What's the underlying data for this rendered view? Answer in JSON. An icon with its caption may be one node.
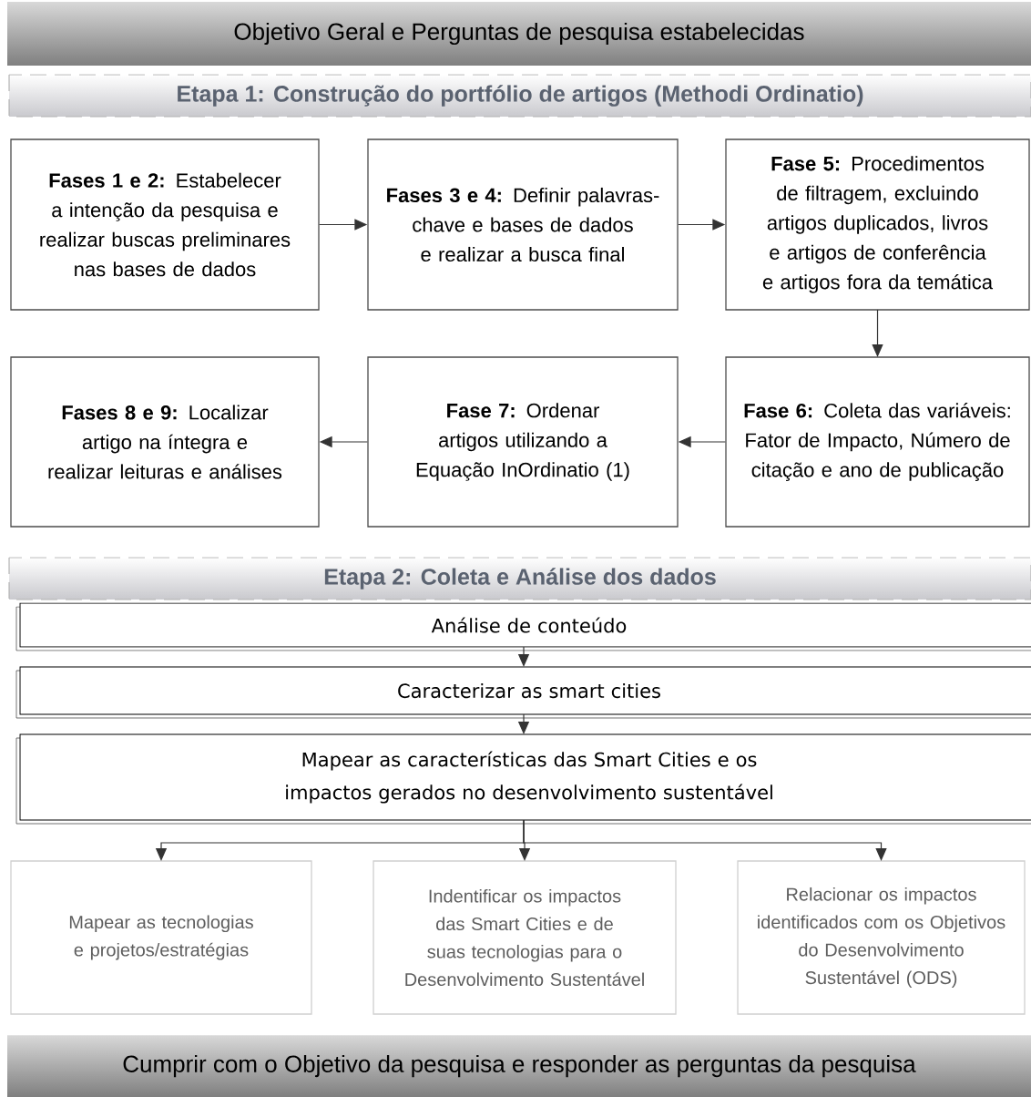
{
  "diagram": {
    "nodes": [
      {
        "text": [
          "Objetivo Geral e Perguntas de pesquisa estabelecidas"
        ]
      },
      {
        "text": [
          "Etapa 1: Construção do portfólio de artigos (Methodi Ordinatio)"
        ]
      },
      {
        "text": [
          "**Fases 1 e 2:** Estabelecer a intenção da pesquisa e realizar buscas preliminares nas bases de dados"
        ]
      },
      {
        "text": [
          "**Fases 3 e 4:** Definir palavras-chave e bases de dados e realizar a busca final"
        ]
      },
      {
        "text": [
          "**Fase 5:** Procedimentos de filtragem, excluindo artigos duplicados, livros e artigos de conferência e artigos fora da temática"
        ]
      },
      {
        "text": [
          "**Fases 8 e 9:** Localizar artigo na íntegra e realizar leituras e análises"
        ]
      },
      {
        "text": [
          "**Fase 7:** Ordenar artigos utilizando a Equação InOrdinatio (1)"
        ]
      },
      {
        "text": [
          "**Fase 6:** Coleta das variáveis: Fator de Impacto, Número de citação e ano de publicação"
        ]
      },
      {
        "text": [
          "Etapa 2: Coleta e Análise dos dados"
        ]
      },
      {
        "text": [
          "Análise de conteúdo"
        ]
      },
      {
        "text": [
          "Caracterizar as smart cities"
        ]
      },
      {
        "text": [
          "Mapear as características das Smart Cities e os impactos gerados no desenvolvimento sustentável"
        ]
      },
      {
        "text": [
          "Mapear as tecnologias e projetos/estratégias"
        ]
      },
      {
        "text": [
          "Indentificar os impactos das Smart Cities e de suas tecnologias para o Desenvolvimento Sustentável"
        ]
      },
      {
        "text": [
          "Relacionar os impactos identificados com os Objetivos do Desenvolvimento Sustentável (ODS)"
        ]
      },
      {
        "text": [
          "Cumprir com o Objetivo da pesquisa e responder as perguntas da pesquisa"
        ]
      }
    ],
    "edges": [
      {
        "from": 2,
        "to": 3,
        "arrow": "to"
      },
      {
        "from": 3,
        "to": 4,
        "arrow": "to"
      },
      {
        "from": 4,
        "to": 7,
        "arrow": "to"
      },
      {
        "from": 7,
        "to": 6,
        "arrow": "to"
      },
      {
        "from": 6,
        "to": 5,
        "arrow": "to"
      },
      {
        "from": 9,
        "to": 10,
        "arrow": "to"
      },
      {
        "from": 10,
        "to": 11,
        "arrow": "to"
      },
      {
        "from": 11,
        "to": 12,
        "arrow": "to"
      },
      {
        "from": 11,
        "to": 13,
        "arrow": "to"
      },
      {
        "from": 11,
        "to": 14,
        "arrow": "to"
      }
    ]
  }
}
